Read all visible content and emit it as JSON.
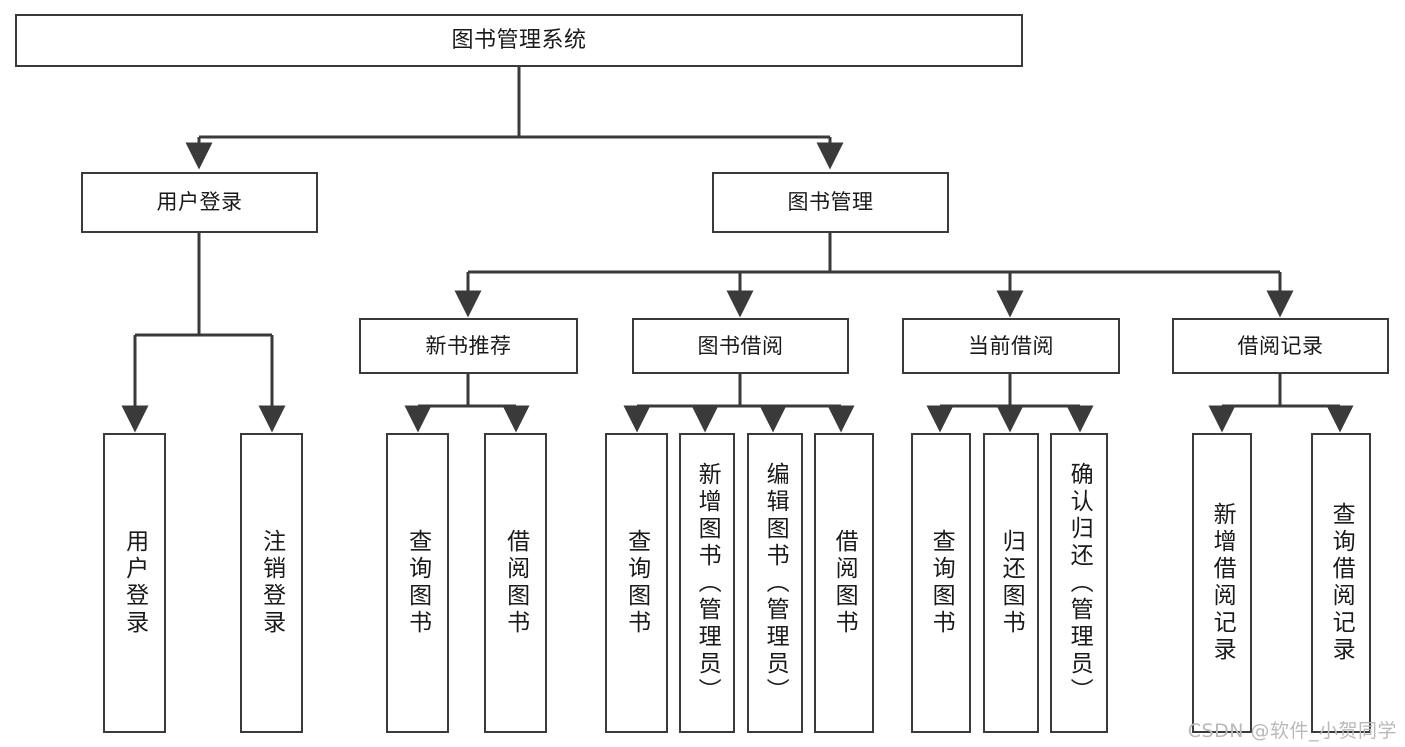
{
  "diagram": {
    "type": "tree",
    "title": "图书管理系统",
    "root": {
      "label": "图书管理系统"
    },
    "level2": [
      {
        "label": "用户登录"
      },
      {
        "label": "图书管理"
      }
    ],
    "level3": [
      {
        "label": "新书推荐"
      },
      {
        "label": "图书借阅"
      },
      {
        "label": "当前借阅"
      },
      {
        "label": "借阅记录"
      }
    ],
    "leaves": [
      {
        "label": "用户登录",
        "parent": "用户登录"
      },
      {
        "label": "注销登录",
        "parent": "用户登录"
      },
      {
        "label": "查询图书",
        "parent": "新书推荐"
      },
      {
        "label": "借阅图书",
        "parent": "新书推荐"
      },
      {
        "label": "查询图书",
        "parent": "图书借阅"
      },
      {
        "label": "新增图书（管理员）",
        "parent": "图书借阅"
      },
      {
        "label": "编辑图书（管理员）",
        "parent": "图书借阅"
      },
      {
        "label": "借阅图书",
        "parent": "图书借阅"
      },
      {
        "label": "查询图书",
        "parent": "当前借阅"
      },
      {
        "label": "归还图书",
        "parent": "当前借阅"
      },
      {
        "label": "确认归还（管理员）",
        "parent": "当前借阅"
      },
      {
        "label": "新增借阅记录",
        "parent": "借阅记录"
      },
      {
        "label": "查询借阅记录",
        "parent": "借阅记录"
      }
    ],
    "colors": {
      "stroke": "#3a3a3a",
      "background": "#ffffff",
      "text": "#1a1a1a",
      "watermark": "#b9b9b9"
    }
  },
  "watermark": {
    "text": "CSDN @软件_小贺同学"
  }
}
